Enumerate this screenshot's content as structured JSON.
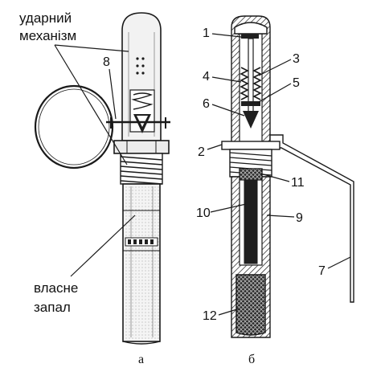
{
  "labels": {
    "strike_mechanism": [
      "ударний",
      "механізм"
    ],
    "fuze_proper": [
      "власне",
      "запал"
    ]
  },
  "callouts": [
    "1",
    "2",
    "3",
    "4",
    "5",
    "6",
    "7",
    "8",
    "9",
    "10",
    "11",
    "12"
  ],
  "captions": {
    "left": "а",
    "right": "б"
  }
}
